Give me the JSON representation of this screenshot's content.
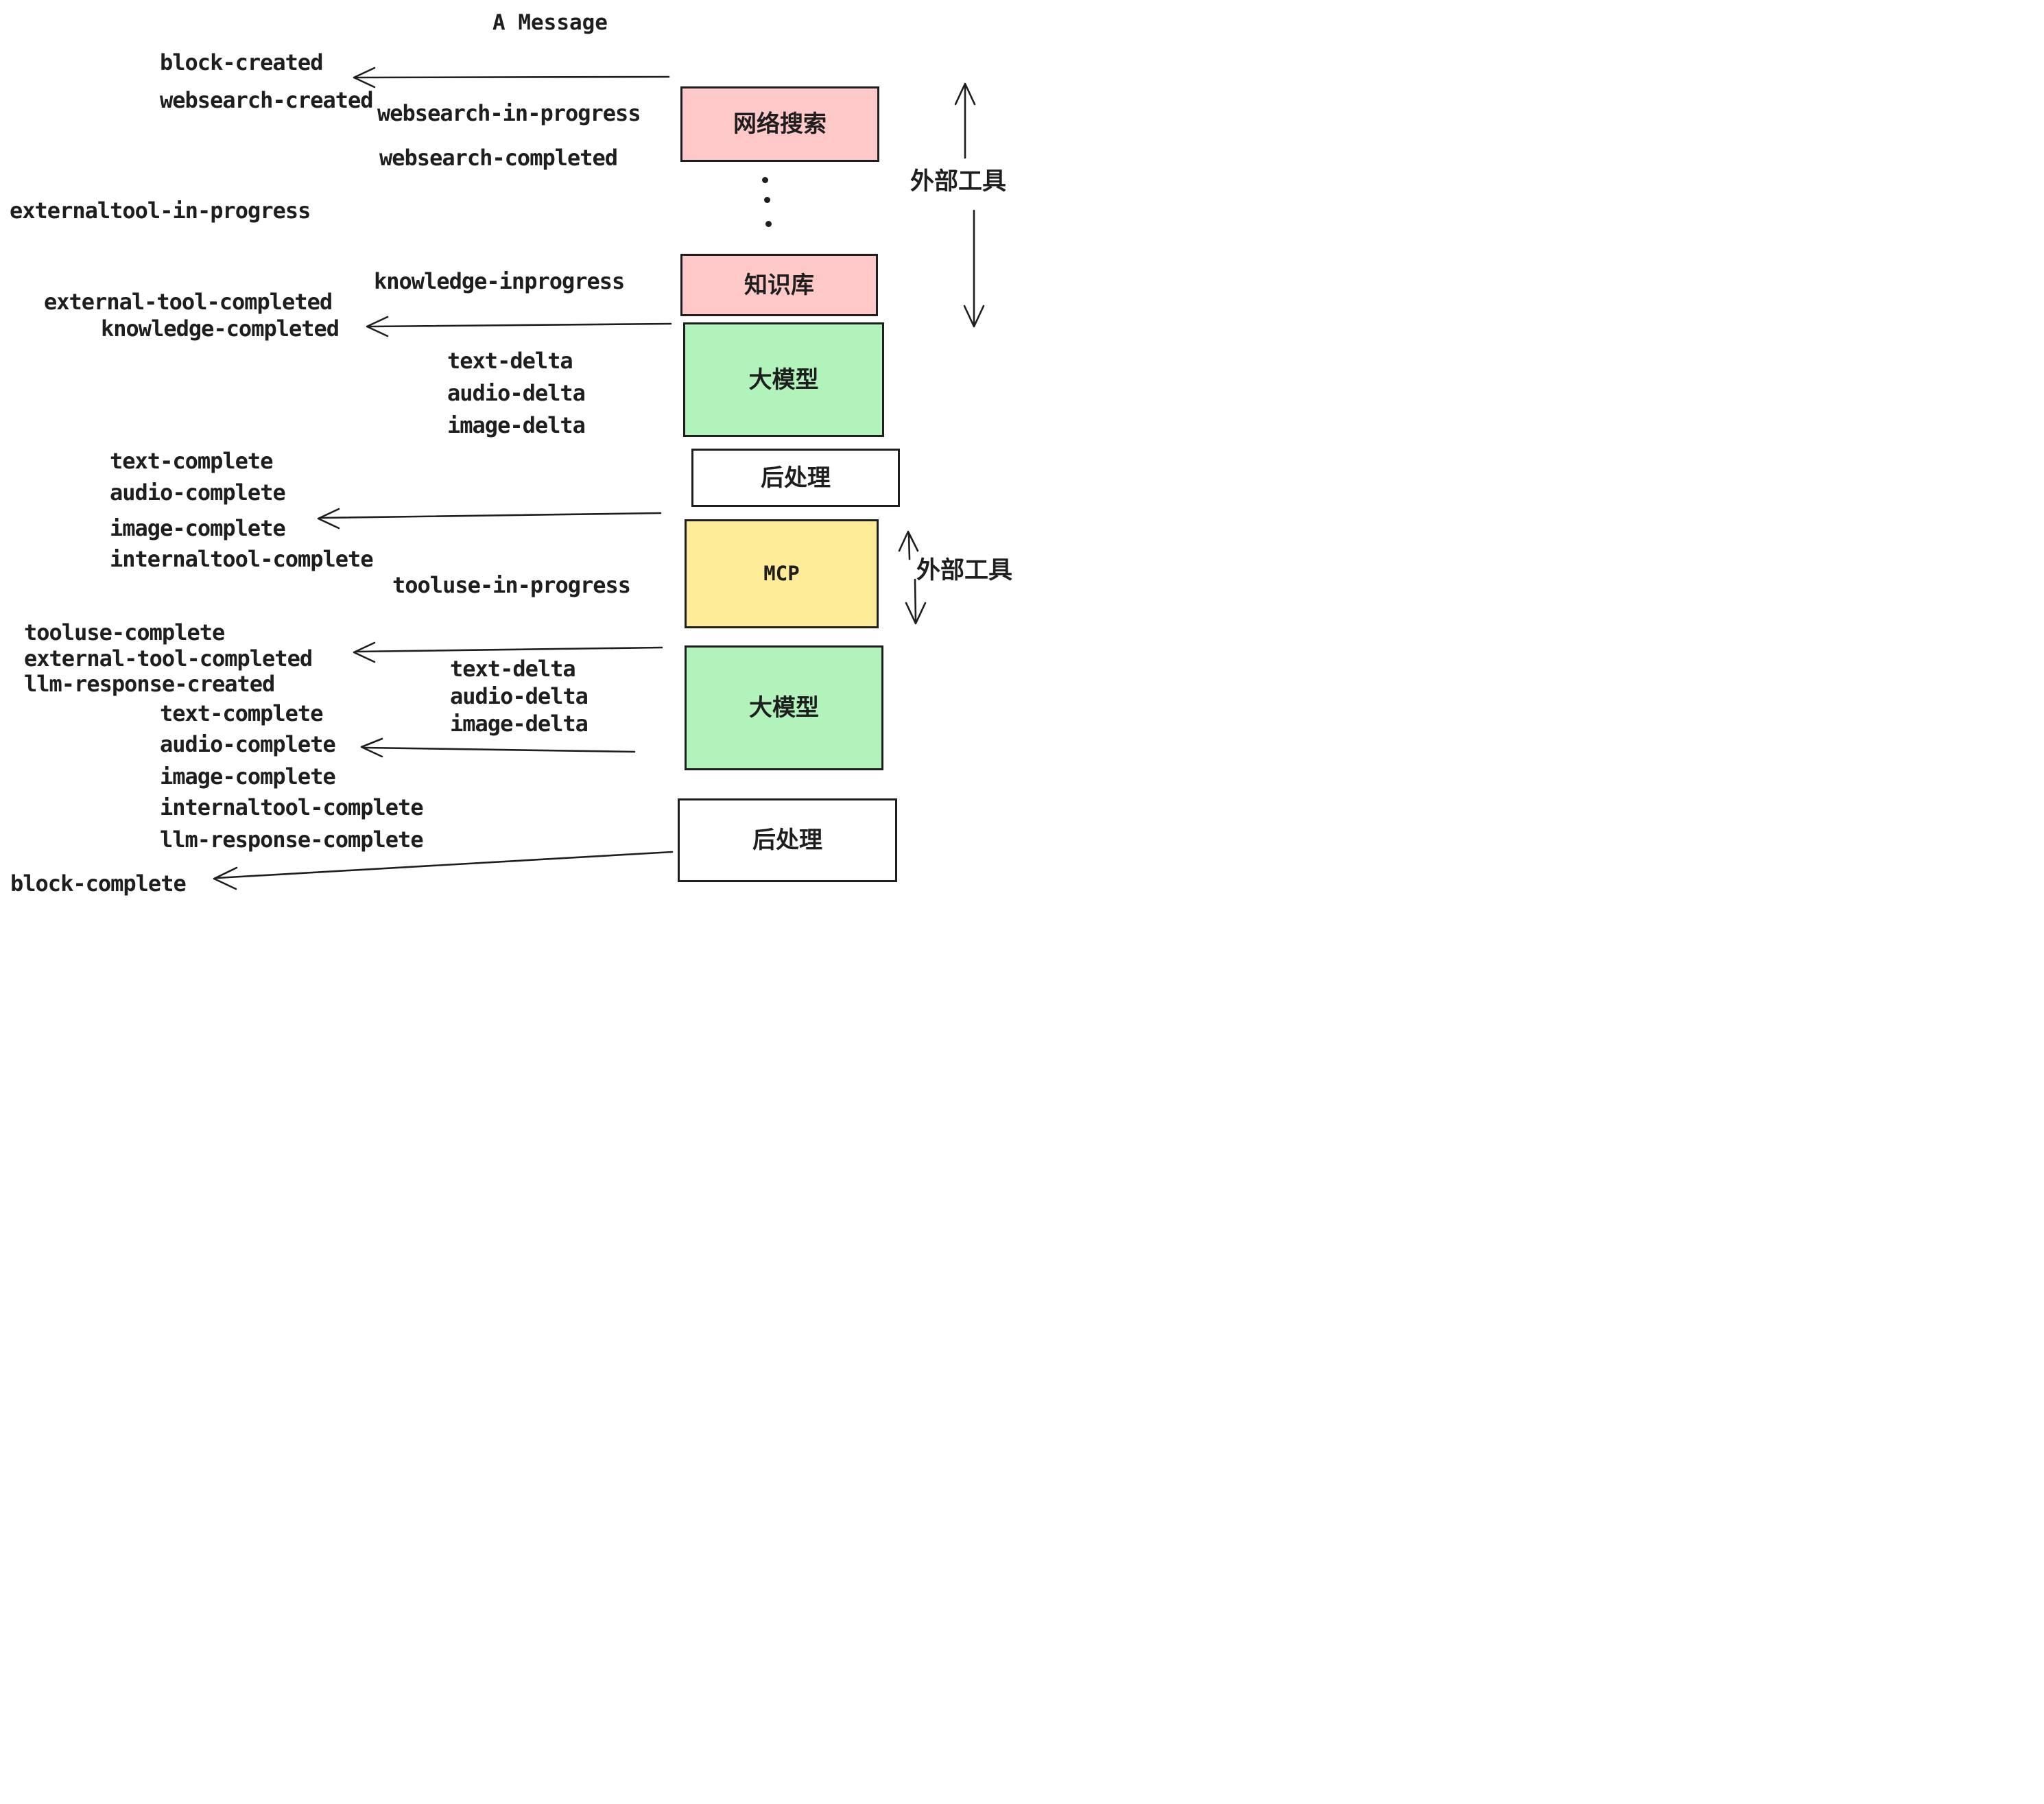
{
  "title": "A Message",
  "events": [
    {
      "text": "block-created"
    },
    {
      "text": "websearch-created"
    },
    {
      "text": "websearch-in-progress"
    },
    {
      "text": "websearch-completed"
    },
    {
      "text": "externaltool-in-progress"
    },
    {
      "text": "knowledge-inprogress"
    },
    {
      "text": "external-tool-completed"
    },
    {
      "text": "knowledge-completed"
    },
    {
      "text": "text-delta"
    },
    {
      "text": "audio-delta"
    },
    {
      "text": "image-delta"
    },
    {
      "text": "text-complete"
    },
    {
      "text": "audio-complete"
    },
    {
      "text": "image-complete"
    },
    {
      "text": "internaltool-complete"
    },
    {
      "text": "tooluse-in-progress"
    },
    {
      "text": "tooluse-complete"
    },
    {
      "text": "external-tool-completed"
    },
    {
      "text": "llm-response-created"
    },
    {
      "text": "text-complete"
    },
    {
      "text": "audio-complete"
    },
    {
      "text": "image-complete"
    },
    {
      "text": "internaltool-complete"
    },
    {
      "text": "llm-response-complete"
    },
    {
      "text": "text-delta"
    },
    {
      "text": "audio-delta"
    },
    {
      "text": "image-delta"
    },
    {
      "text": "block-complete"
    }
  ],
  "boxes": [
    {
      "label": "网络搜索",
      "color": "#FFC9C9"
    },
    {
      "label": "知识库",
      "color": "#FFC9C9"
    },
    {
      "label": "大模型",
      "color": "#B2F2BB"
    },
    {
      "label": "后处理",
      "color": "#FFFFFF"
    },
    {
      "label": "MCP",
      "color": "#FFEC99"
    },
    {
      "label": "大模型",
      "color": "#B2F2BB"
    },
    {
      "label": "后处理",
      "color": "#FFFFFF"
    }
  ],
  "side_labels": [
    {
      "text": "外部工具"
    },
    {
      "text": "外部工具"
    }
  ],
  "colors": {
    "background": "#FFFFFF",
    "stroke": "#1e1e1e",
    "text": "#1e1e1e",
    "pink": "#FFC9C9",
    "green": "#B2F2BB",
    "yellow": "#FFEC99"
  }
}
